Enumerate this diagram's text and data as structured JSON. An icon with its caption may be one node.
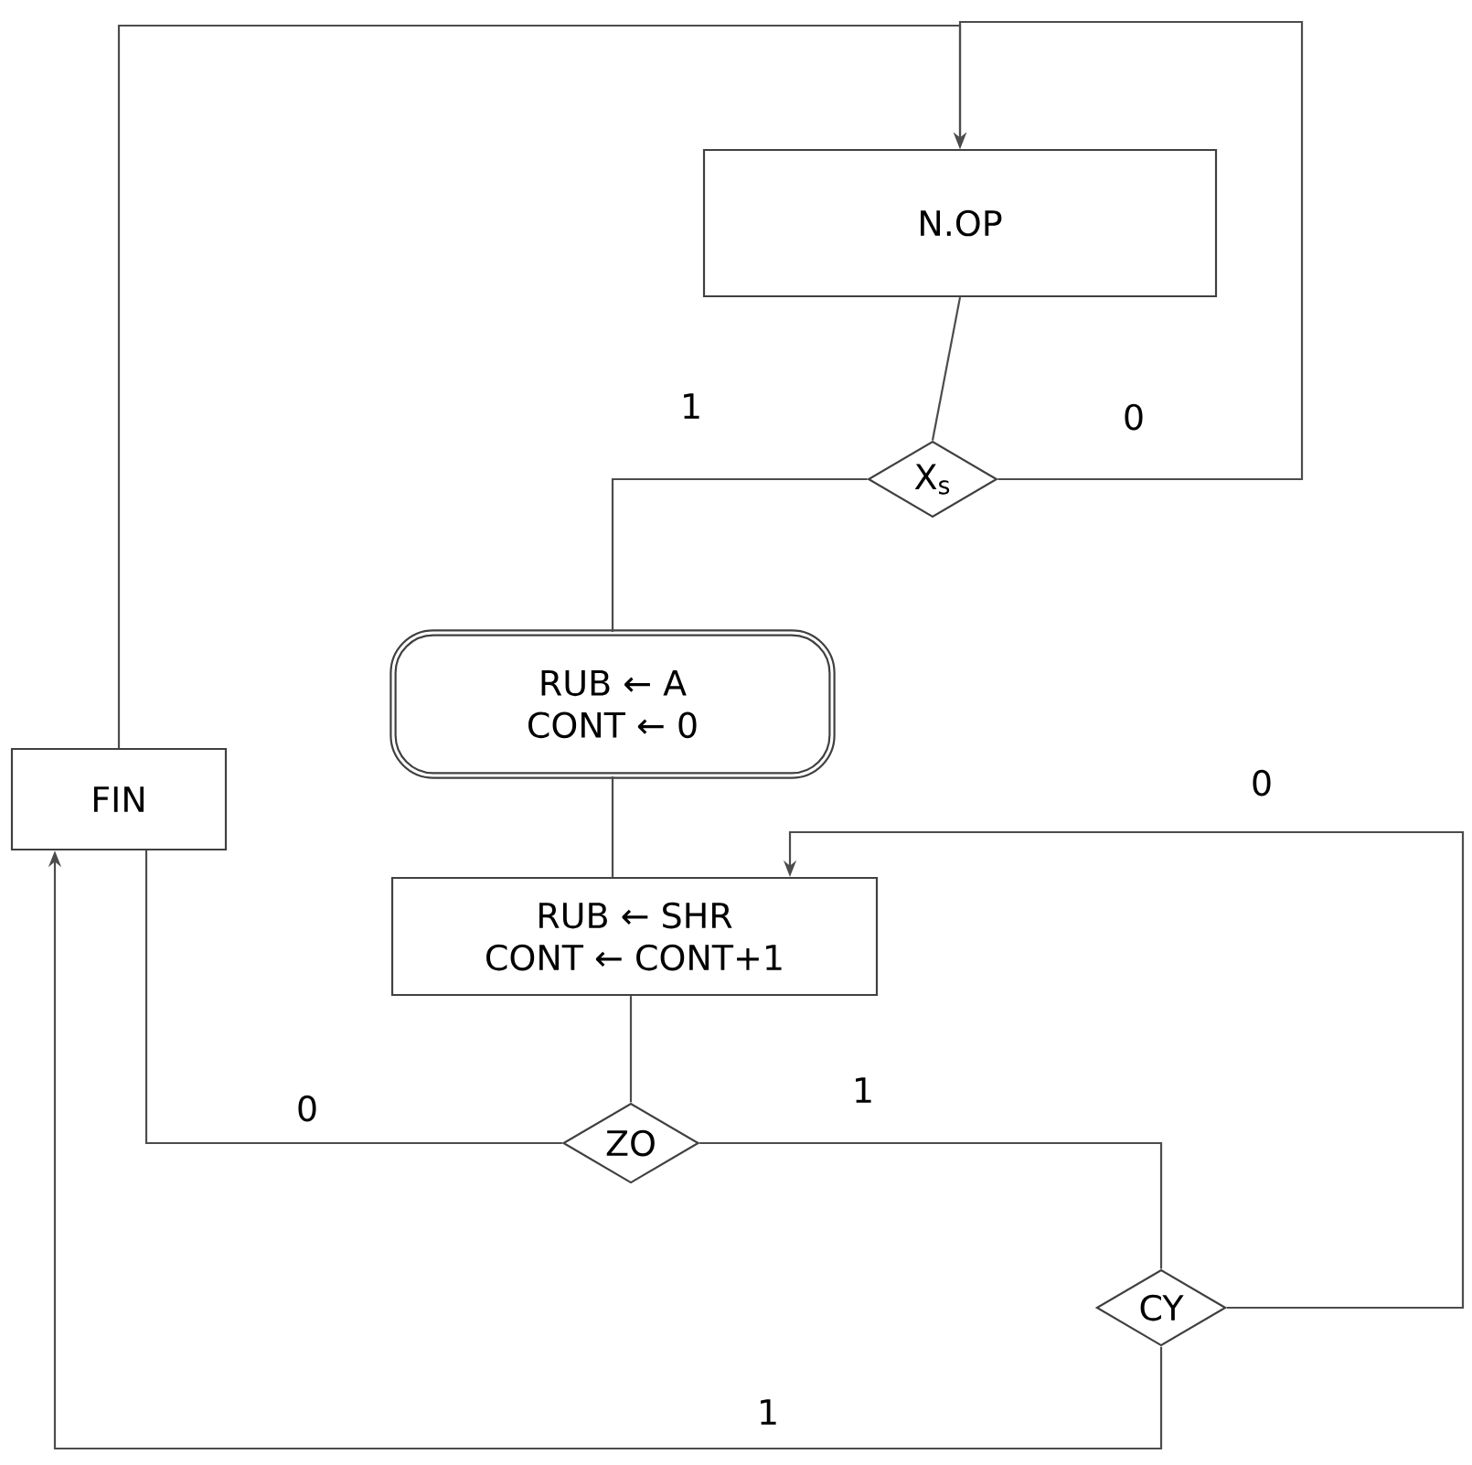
{
  "diagram": {
    "nodes": [
      {
        "text": [
          "N.OP"
        ]
      },
      {
        "text": [
          "X$_{s}$"
        ]
      },
      {
        "text": [
          "RUB ← A",
          "CONT ← 0"
        ]
      },
      {
        "text": [
          "RUB ← SHR",
          "CONT ← CONT+1"
        ]
      },
      {
        "text": [
          "ZO"
        ]
      },
      {
        "text": [
          "CY"
        ]
      },
      {
        "text": [
          "FIN"
        ]
      }
    ],
    "edges": [
      {
        "from": 0,
        "to": 1,
        "arrow": "none"
      },
      {
        "from": 1,
        "to": 0,
        "arrow": "to",
        "label": "0"
      },
      {
        "from": 1,
        "to": 2,
        "arrow": "none",
        "label": "1"
      },
      {
        "from": 2,
        "to": 3,
        "arrow": "none"
      },
      {
        "from": 3,
        "to": 4,
        "arrow": "none"
      },
      {
        "from": 4,
        "to": 6,
        "arrow": "none",
        "label": "0"
      },
      {
        "from": 4,
        "to": 5,
        "arrow": "none",
        "label": "1"
      },
      {
        "from": 5,
        "to": 3,
        "arrow": "to",
        "label": "0"
      },
      {
        "from": 5,
        "to": 6,
        "arrow": "to",
        "label": "1"
      },
      {
        "from": 6,
        "to": 0,
        "arrow": "to"
      }
    ]
  }
}
